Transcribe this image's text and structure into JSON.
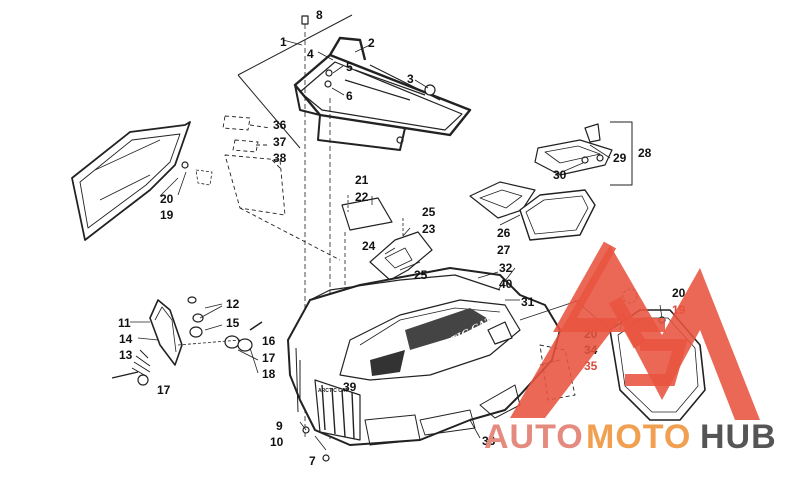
{
  "callouts": {
    "c1": "1",
    "c2": "2",
    "c3": "3",
    "c4": "4",
    "c5": "5",
    "c6": "6",
    "c7": "7",
    "c8": "8",
    "c9": "9",
    "c10": "10",
    "c11": "11",
    "c12": "12",
    "c13": "13",
    "c14": "14",
    "c15": "15",
    "c16": "16",
    "c17a": "17",
    "c17b": "17",
    "c18": "18",
    "c19a": "19",
    "c19b": "19",
    "c20a": "20",
    "c20b": "20",
    "c20c": "20",
    "c21": "21",
    "c22": "22",
    "c23": "23",
    "c24": "24",
    "c25a": "25",
    "c25b": "25",
    "c26": "26",
    "c27": "27",
    "c28": "28",
    "c29": "29",
    "c30": "30",
    "c31": "31",
    "c32": "32",
    "c33": "33",
    "c34": "34",
    "c35": "35",
    "c36": "36",
    "c37": "37",
    "c38": "38",
    "c39": "39",
    "c40": "40"
  },
  "decals": {
    "hood_logo": "ARCTIC CAT",
    "grille_logo": "ARCTIC CAT"
  },
  "watermark": {
    "part1": "AUTO",
    "part2": "MOTO",
    "part3": "HUB",
    "colors": {
      "auto": "#e58a7e",
      "moto": "#f0a050",
      "hub": "#555555",
      "triangle": "#e8533f"
    }
  }
}
